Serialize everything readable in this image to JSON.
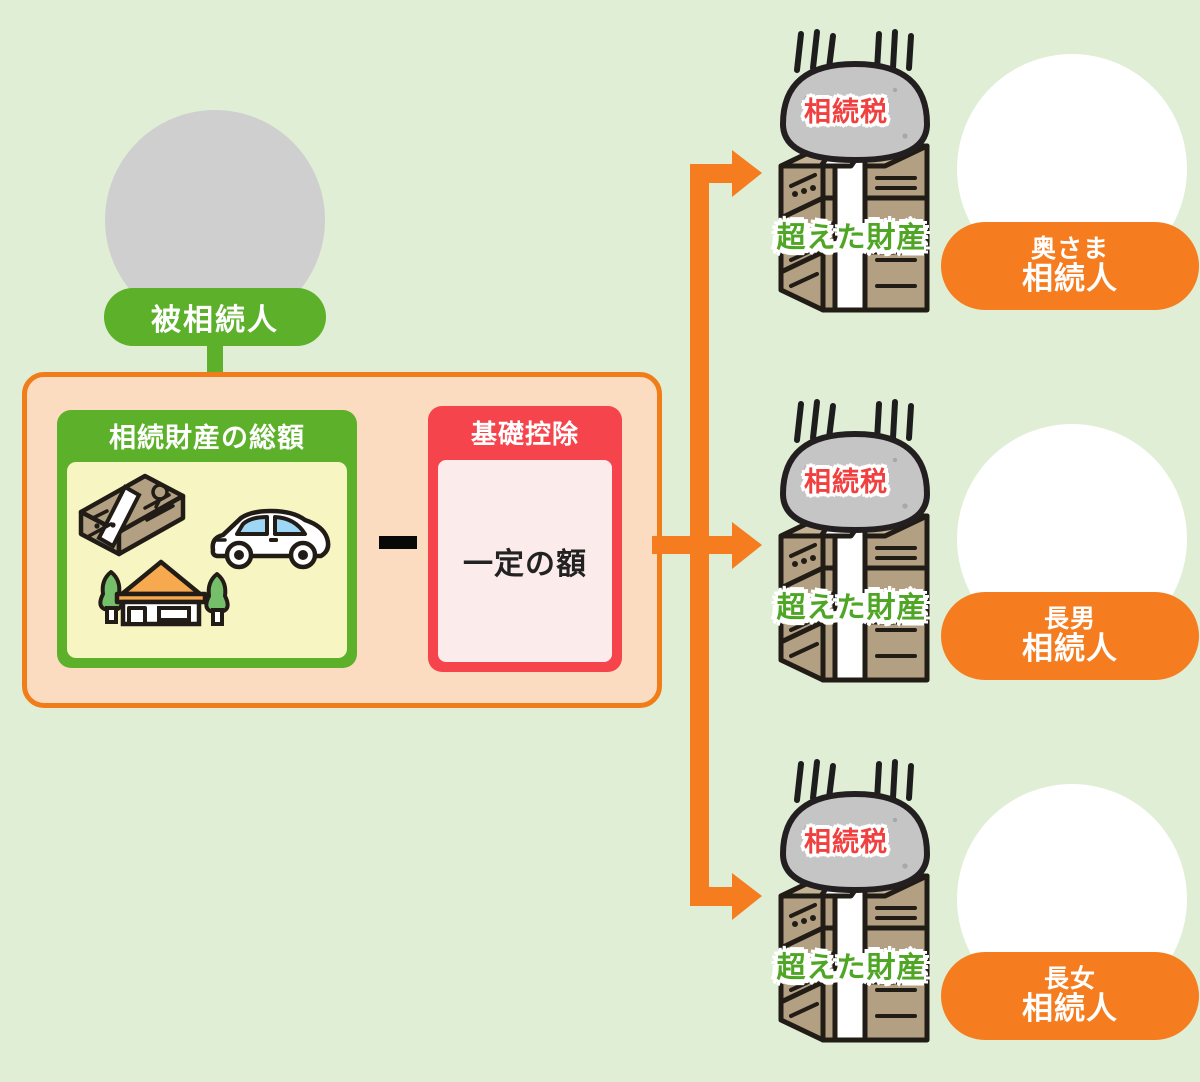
{
  "theme": {
    "background": "#dfeed4",
    "green": "#5cb02a",
    "green_text": "#4fa524",
    "orange": "#f57c1f",
    "orange_border": "#f07d19",
    "peach": "#fcdcc0",
    "red": "#f5444b",
    "red_text": "#f04040",
    "yellow_panel": "#f7f5c2",
    "pink_panel": "#fcebeb",
    "gray_avatar": "#cfcfcf"
  },
  "decedent": {
    "label": "被相続人",
    "avatar_icon": "elderly-man-grayscale-avatar-icon",
    "arrow_icon": "green-down-arrow-icon"
  },
  "calculation": {
    "estate": {
      "header": "相続財産の総額",
      "assets": [
        {
          "icon": "money-bundle-icon",
          "name": "cash"
        },
        {
          "icon": "car-icon",
          "name": "vehicle"
        },
        {
          "icon": "house-with-trees-icon",
          "name": "real-estate"
        }
      ]
    },
    "operator": "−",
    "operator_icon": "minus-sign-icon",
    "deduction": {
      "header": "基礎控除",
      "value": "一定の額"
    }
  },
  "connector": {
    "icon": "orange-branching-arrow-icon",
    "branches": 3
  },
  "heirs": [
    {
      "tax_label": "相続税",
      "excess_label": "超えた財産",
      "tax_icon": "gray-weight-rock-icon",
      "assets_icon": "money-stack-bundles-icon",
      "impact_icon": "speed-lines-icon",
      "avatar_icon": "elderly-woman-avatar-icon",
      "role": "奥さま",
      "status": "相続人"
    },
    {
      "tax_label": "相続税",
      "excess_label": "超えた財産",
      "tax_icon": "gray-weight-rock-icon",
      "assets_icon": "money-stack-bundles-icon",
      "impact_icon": "speed-lines-icon",
      "avatar_icon": "young-man-avatar-icon",
      "role": "長男",
      "status": "相続人"
    },
    {
      "tax_label": "相続税",
      "excess_label": "超えた財産",
      "tax_icon": "gray-weight-rock-icon",
      "assets_icon": "money-stack-bundles-icon",
      "impact_icon": "speed-lines-icon",
      "avatar_icon": "young-woman-avatar-icon",
      "role": "長女",
      "status": "相続人"
    }
  ]
}
